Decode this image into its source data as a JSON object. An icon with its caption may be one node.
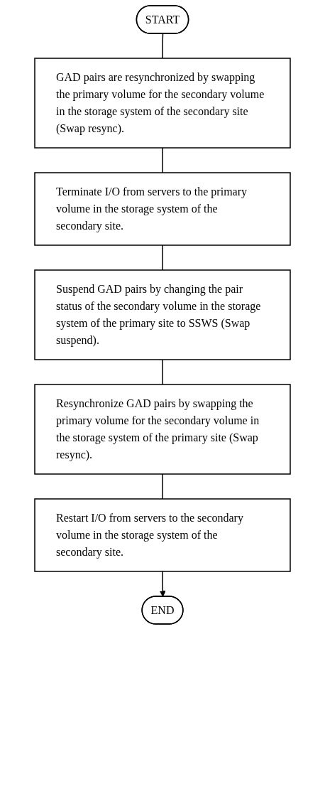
{
  "diagram": {
    "nodes": [
      {
        "text": [
          "START"
        ]
      },
      {
        "text": [
          "GAD pairs are resynchronized by swapping the primary volume for the secondary volume in the storage system of the secondary site (Swap resync)."
        ]
      },
      {
        "text": [
          "Terminate I/O from servers to the primary volume in the storage system of the secondary site."
        ]
      },
      {
        "text": [
          "Suspend GAD pairs by changing the pair status of the secondary volume in the storage system of the primary site to SSWS (Swap suspend)."
        ]
      },
      {
        "text": [
          "Resynchronize GAD pairs by swapping the primary volume for the secondary volume in the storage system of the primary site (Swap resync)."
        ]
      },
      {
        "text": [
          "Restart I/O from servers to the secondary volume in the storage system of the secondary site."
        ]
      },
      {
        "text": [
          "END"
        ]
      }
    ],
    "edges": [
      {
        "from": 0,
        "to": 1,
        "arrow": "none"
      },
      {
        "from": 1,
        "to": 2,
        "arrow": "none"
      },
      {
        "from": 2,
        "to": 3,
        "arrow": "none"
      },
      {
        "from": 3,
        "to": 4,
        "arrow": "none"
      },
      {
        "from": 4,
        "to": 5,
        "arrow": "none"
      },
      {
        "from": 5,
        "to": 6,
        "arrow": "to"
      }
    ]
  }
}
